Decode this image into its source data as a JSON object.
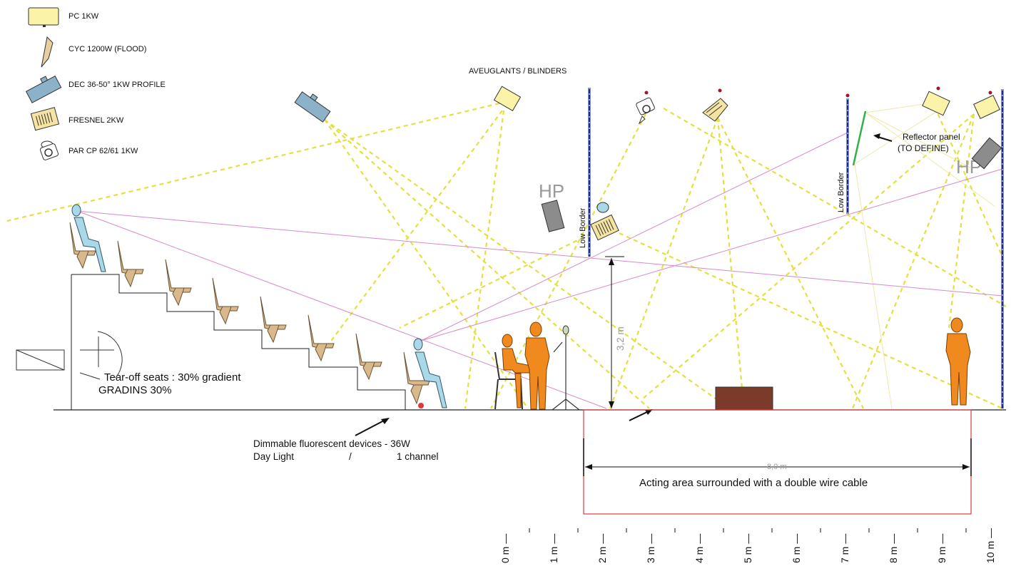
{
  "legend": [
    {
      "label": "PC 1KW",
      "icon": "pc-1kw-icon"
    },
    {
      "label": "CYC 1200W (FLOOD)",
      "icon": "cyc-flood-icon"
    },
    {
      "label": "DEC 36-50° 1KW PROFILE",
      "icon": "profile-spot-icon"
    },
    {
      "label": "FRESNEL 2KW",
      "icon": "fresnel-icon"
    },
    {
      "label": "PAR CP 62/61 1KW",
      "icon": "par-can-icon"
    }
  ],
  "labels": {
    "blinders": "AVEUGLANTS / BLINDERS",
    "low_border": "Low Border",
    "hp": "HP",
    "reflector_line1": "Reflector panel",
    "reflector_line2": "(TO DEFINE)",
    "seats_line1": "Tear-off seats : 30% gradient",
    "seats_line2": "GRADINS 30%",
    "fluo_line1": "Dimmable fluorescent devices - 36W",
    "fluo_line2": "Day Light",
    "fluo_sep": "/",
    "fluo_channel": "1 channel",
    "height": "3,2 m",
    "width": "8,0 m",
    "acting_area": "Acting area surrounded with a double wire cable"
  },
  "scale_marks": [
    "0 m",
    "1 m",
    "2 m",
    "3 m",
    "4 m",
    "5 m",
    "6 m",
    "7 m",
    "8 m",
    "9 m",
    "10 m"
  ],
  "colors": {
    "beam": "#e3e042",
    "sightline": "#d789c9",
    "low_border": "#1a2c8c",
    "figure": "#f08a1e",
    "audience": "#a9d8e8",
    "acting_area": "#e0383a",
    "stage_box": "#7b3a2a"
  }
}
